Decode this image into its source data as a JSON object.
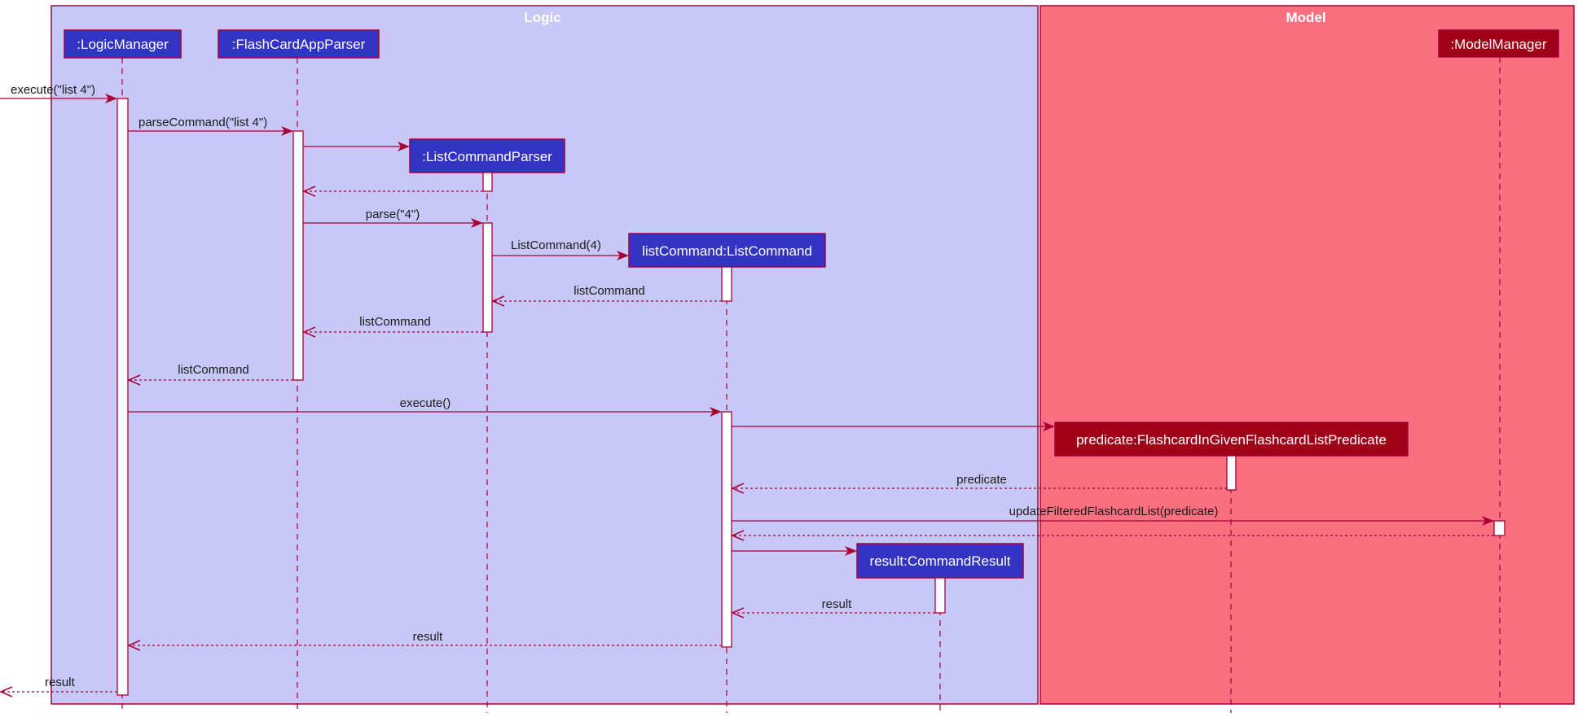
{
  "diagram": {
    "type": "sequence",
    "colors": {
      "logic_frame_bg": "#c8c8f8",
      "model_frame_bg": "#fa7080",
      "frame_border": "#a80036",
      "logic_participant_bg": "#3333c4",
      "model_participant_bg": "#a00018",
      "arrow": "#a80036",
      "activation_bg": "#ffffff"
    },
    "frames": [
      {
        "id": "logic",
        "title": "Logic"
      },
      {
        "id": "model",
        "title": "Model"
      }
    ],
    "participants": [
      {
        "id": "lm",
        "frame": "logic",
        "label": ":LogicManager"
      },
      {
        "id": "fcap",
        "frame": "logic",
        "label": ":FlashCardAppParser"
      },
      {
        "id": "lcp",
        "frame": "logic",
        "label": ":ListCommandParser"
      },
      {
        "id": "lc",
        "frame": "logic",
        "label": "listCommand:ListCommand"
      },
      {
        "id": "cr",
        "frame": "logic",
        "label": "result:CommandResult"
      },
      {
        "id": "pred",
        "frame": "model",
        "label": "predicate:FlashcardInGivenFlashcardListPredicate"
      },
      {
        "id": "mm",
        "frame": "model",
        "label": ":ModelManager"
      }
    ],
    "messages": [
      {
        "from": "external",
        "to": "lm",
        "label": "execute(\"list 4\")",
        "kind": "call"
      },
      {
        "from": "lm",
        "to": "fcap",
        "label": "parseCommand(\"list 4\")",
        "kind": "call"
      },
      {
        "from": "fcap",
        "to": "lcp",
        "label": "",
        "kind": "create"
      },
      {
        "from": "lcp",
        "to": "fcap",
        "label": "",
        "kind": "return"
      },
      {
        "from": "fcap",
        "to": "lcp",
        "label": "parse(\"4\")",
        "kind": "call"
      },
      {
        "from": "lcp",
        "to": "lc",
        "label": "ListCommand(4)",
        "kind": "create"
      },
      {
        "from": "lc",
        "to": "lcp",
        "label": "listCommand",
        "kind": "return"
      },
      {
        "from": "lcp",
        "to": "fcap",
        "label": "listCommand",
        "kind": "return"
      },
      {
        "from": "fcap",
        "to": "lm",
        "label": "listCommand",
        "kind": "return"
      },
      {
        "from": "lm",
        "to": "lc",
        "label": "execute()",
        "kind": "call"
      },
      {
        "from": "lc",
        "to": "pred",
        "label": "",
        "kind": "create"
      },
      {
        "from": "pred",
        "to": "lc",
        "label": "predicate",
        "kind": "return"
      },
      {
        "from": "lc",
        "to": "mm",
        "label": "updateFilteredFlashcardList(predicate)",
        "kind": "call"
      },
      {
        "from": "mm",
        "to": "lc",
        "label": "",
        "kind": "return"
      },
      {
        "from": "lc",
        "to": "cr",
        "label": "",
        "kind": "create"
      },
      {
        "from": "cr",
        "to": "lc",
        "label": "result",
        "kind": "return"
      },
      {
        "from": "lc",
        "to": "lm",
        "label": "result",
        "kind": "return"
      },
      {
        "from": "lm",
        "to": "external",
        "label": "result",
        "kind": "return"
      }
    ]
  }
}
